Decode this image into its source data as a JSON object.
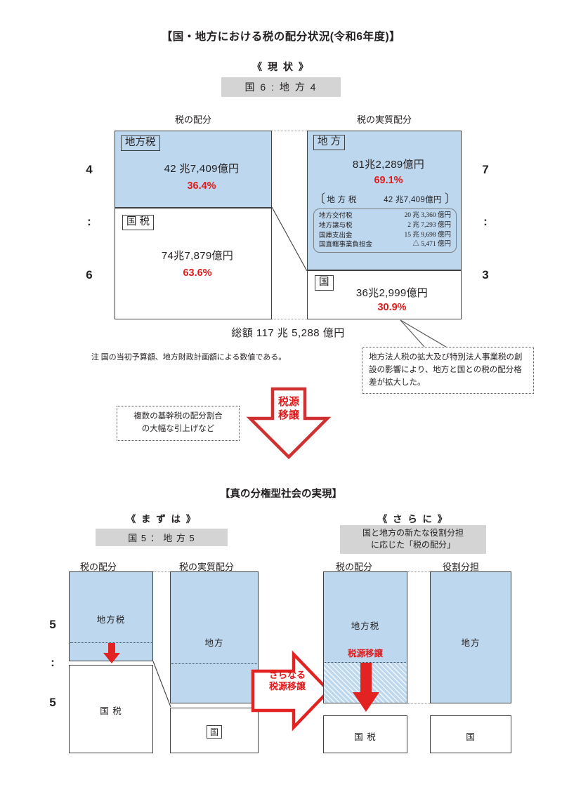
{
  "title": "【国・地方における税の配分状況(令和6年度)】",
  "current": {
    "heading": "《 現 状 》",
    "ratio_chip": "国 6 : 地 方 4",
    "left_column": {
      "header": "税の配分",
      "ratio_top": "4",
      "ratio_colon": ":",
      "ratio_bottom": "6",
      "upper": {
        "label": "地方税",
        "amount": "42 兆7,409億円",
        "percent": "36.4%"
      },
      "lower": {
        "label": "国 税",
        "amount": "74兆7,879億円",
        "percent": "63.6%"
      }
    },
    "right_column": {
      "header": "税の実質配分",
      "ratio_top": "7",
      "ratio_colon": ":",
      "ratio_bottom": "3",
      "upper": {
        "label": "地 方",
        "amount": "81兆2,289億円",
        "percent": "69.1%",
        "bracket_name": "地 方 税",
        "bracket_value": "42 兆7,409億円",
        "breakdown": [
          {
            "name": "地方交付税",
            "value": "20 兆 3,360 億円"
          },
          {
            "name": "地方譲与税",
            "value": "2 兆 7,293 億円"
          },
          {
            "name": "国庫支出金",
            "value": "15 兆 9,698 億円"
          },
          {
            "name": "国直轄事業負担金",
            "value": "△ 5,471 億円"
          }
        ]
      },
      "lower": {
        "label": "国",
        "amount": "36兆2,999億円",
        "percent": "30.9%"
      }
    },
    "total": "総額 117 兆 5,288 億円",
    "note": "注 国の当初予算額、地方財政計画額による数値である。",
    "callout_right": "地方法人税の拡大及び特別法人事業税の創設の影響により、地方と国との税の配分格差が拡大した。",
    "callout_left": "複数の基幹税の配分割合\nの大幅な引上げなど",
    "arrow_label": "税源\n移譲"
  },
  "future": {
    "heading": "【真の分権型社会の実現】",
    "left_group": {
      "sub_heading": "《 ま ず は 》",
      "ratio_chip": "国 5 ： 地 方 5",
      "ratio_top": "5",
      "ratio_colon": ":",
      "ratio_bottom": "5",
      "col1": {
        "header": "税の配分",
        "upper_label": "地方税",
        "lower_label": "国 税"
      },
      "col2": {
        "header": "税の実質配分",
        "upper_label": "地方",
        "lower_label": "国"
      }
    },
    "middle_arrow": "さらなる\n税源移譲",
    "right_group": {
      "sub_heading": "《 さ ら に 》",
      "chip": "国と地方の新たな役割分担\nに応じた「税の配分」",
      "col1": {
        "header": "税の配分",
        "upper_label": "地方税",
        "transfer_label": "税源移譲",
        "lower_label": "国 税"
      },
      "col2": {
        "header": "役割分担",
        "upper_label": "地方",
        "lower_label": "国"
      }
    }
  },
  "colors": {
    "fill_blue": "#bdd7ee",
    "accent_red": "#e01b1b",
    "chip_gray": "#d4d4d4",
    "outline": "#404040"
  }
}
